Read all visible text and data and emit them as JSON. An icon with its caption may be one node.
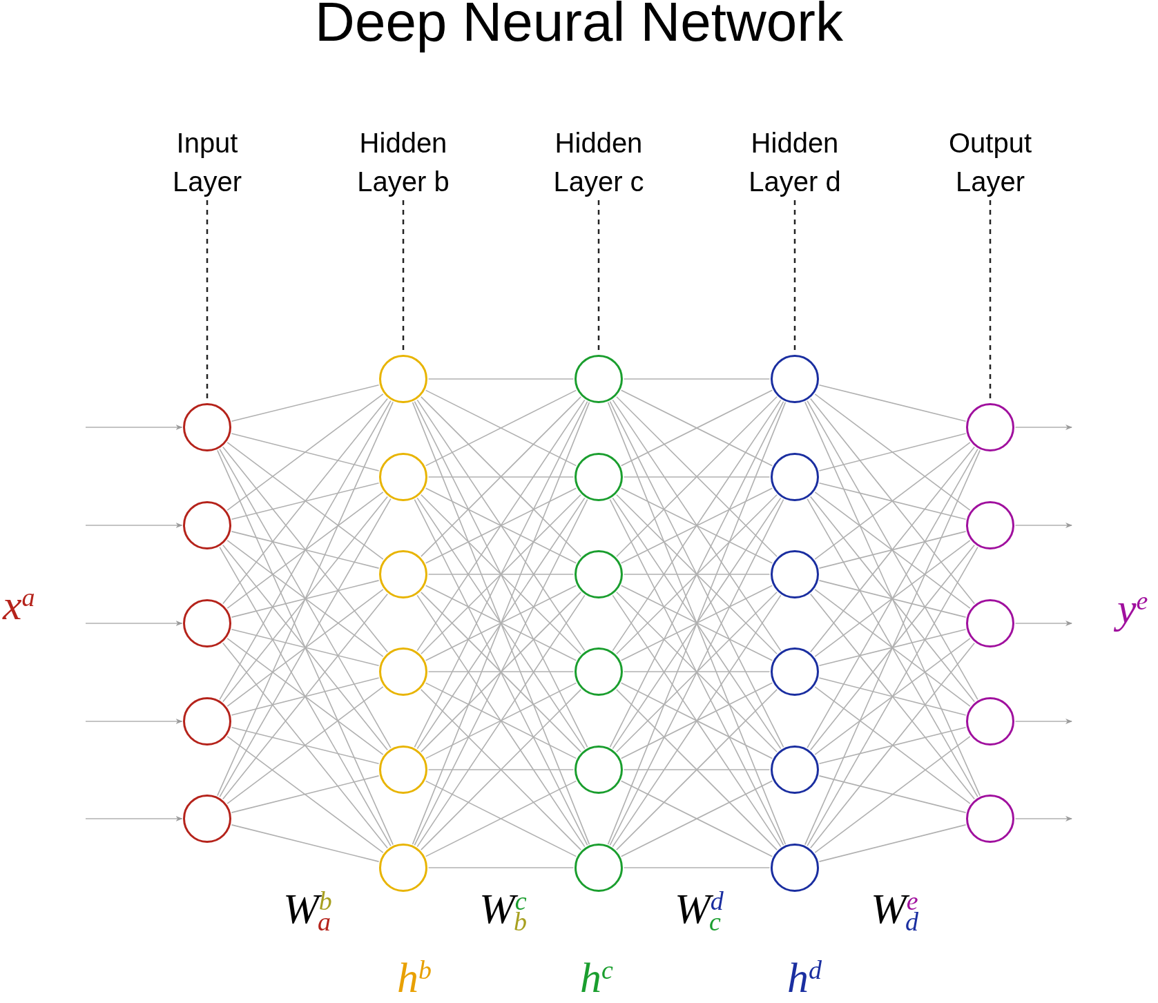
{
  "diagram": {
    "title": "Deep Neural Network",
    "nodes": [
      {
        "text": [
          "Input Layer"
        ]
      },
      {
        "text": [
          "Hidden Layer b"
        ]
      },
      {
        "text": [
          "Hidden Layer c"
        ]
      },
      {
        "text": [
          "Hidden Layer d"
        ]
      },
      {
        "text": [
          "Output Layer"
        ]
      },
      {
        "text": [],
        "shape": "circle"
      },
      {
        "text": [],
        "shape": "circle"
      },
      {
        "text": [],
        "shape": "circle"
      },
      {
        "text": [],
        "shape": "circle"
      },
      {
        "text": [],
        "shape": "circle"
      },
      {
        "text": [],
        "shape": "circle"
      },
      {
        "text": [],
        "shape": "circle"
      },
      {
        "text": [],
        "shape": "circle"
      },
      {
        "text": [],
        "shape": "circle"
      },
      {
        "text": [],
        "shape": "circle"
      },
      {
        "text": [],
        "shape": "circle"
      },
      {
        "text": [],
        "shape": "circle"
      },
      {
        "text": [],
        "shape": "circle"
      },
      {
        "text": [],
        "shape": "circle"
      },
      {
        "text": [],
        "shape": "circle"
      },
      {
        "text": [],
        "shape": "circle"
      },
      {
        "text": [],
        "shape": "circle"
      },
      {
        "text": [],
        "shape": "circle"
      },
      {
        "text": [],
        "shape": "circle"
      },
      {
        "text": [],
        "shape": "circle"
      },
      {
        "text": [],
        "shape": "circle"
      },
      {
        "text": [],
        "shape": "circle"
      },
      {
        "text": [],
        "shape": "circle"
      },
      {
        "text": [],
        "shape": "circle"
      },
      {
        "text": [],
        "shape": "circle"
      },
      {
        "text": [],
        "shape": "circle"
      },
      {
        "text": [],
        "shape": "circle"
      },
      {
        "text": [],
        "shape": "circle"
      }
    ],
    "edges": [
      {
        "from": 0,
        "to": 5,
        "arrow": "none",
        "style": "dashed",
        "color": "#222222"
      },
      {
        "from": 1,
        "to": 10,
        "arrow": "none",
        "style": "dashed",
        "color": "#222222"
      },
      {
        "from": 2,
        "to": 16,
        "arrow": "none",
        "style": "dashed",
        "color": "#222222"
      },
      {
        "from": 3,
        "to": 22,
        "arrow": "none",
        "style": "dashed",
        "color": "#222222"
      },
      {
        "from": 4,
        "to": 28,
        "arrow": "none",
        "style": "dashed",
        "color": "#222222"
      },
      {
        "from": null,
        "to": 5,
        "arrow": "to"
      },
      {
        "from": null,
        "to": 6,
        "arrow": "to"
      },
      {
        "from": null,
        "to": 7,
        "arrow": "to"
      },
      {
        "from": null,
        "to": 8,
        "arrow": "to"
      },
      {
        "from": null,
        "to": 9,
        "arrow": "to"
      },
      {
        "from": 5,
        "to": 10,
        "arrow": "none"
      },
      {
        "from": 5,
        "to": 11,
        "arrow": "none"
      },
      {
        "from": 5,
        "to": 12,
        "arrow": "none"
      },
      {
        "from": 5,
        "to": 13,
        "arrow": "none"
      },
      {
        "from": 5,
        "to": 14,
        "arrow": "none"
      },
      {
        "from": 5,
        "to": 15,
        "arrow": "none"
      },
      {
        "from": 6,
        "to": 10,
        "arrow": "none"
      },
      {
        "from": 6,
        "to": 11,
        "arrow": "none"
      },
      {
        "from": 6,
        "to": 12,
        "arrow": "none"
      },
      {
        "from": 6,
        "to": 13,
        "arrow": "none"
      },
      {
        "from": 6,
        "to": 14,
        "arrow": "none"
      },
      {
        "from": 6,
        "to": 15,
        "arrow": "none"
      },
      {
        "from": 7,
        "to": 10,
        "arrow": "none"
      },
      {
        "from": 7,
        "to": 11,
        "arrow": "none"
      },
      {
        "from": 7,
        "to": 12,
        "arrow": "none"
      },
      {
        "from": 7,
        "to": 13,
        "arrow": "none"
      },
      {
        "from": 7,
        "to": 14,
        "arrow": "none"
      },
      {
        "from": 7,
        "to": 15,
        "arrow": "none"
      },
      {
        "from": 8,
        "to": 10,
        "arrow": "none"
      },
      {
        "from": 8,
        "to": 11,
        "arrow": "none"
      },
      {
        "from": 8,
        "to": 12,
        "arrow": "none"
      },
      {
        "from": 8,
        "to": 13,
        "arrow": "none"
      },
      {
        "from": 8,
        "to": 14,
        "arrow": "none"
      },
      {
        "from": 8,
        "to": 15,
        "arrow": "none"
      },
      {
        "from": 9,
        "to": 10,
        "arrow": "none"
      },
      {
        "from": 9,
        "to": 11,
        "arrow": "none"
      },
      {
        "from": 9,
        "to": 12,
        "arrow": "none"
      },
      {
        "from": 9,
        "to": 13,
        "arrow": "none"
      },
      {
        "from": 9,
        "to": 14,
        "arrow": "none"
      },
      {
        "from": 9,
        "to": 15,
        "arrow": "none"
      },
      {
        "from": 10,
        "to": 16,
        "arrow": "none"
      },
      {
        "from": 10,
        "to": 17,
        "arrow": "none"
      },
      {
        "from": 10,
        "to": 18,
        "arrow": "none"
      },
      {
        "from": 10,
        "to": 19,
        "arrow": "none"
      },
      {
        "from": 10,
        "to": 20,
        "arrow": "none"
      },
      {
        "from": 10,
        "to": 21,
        "arrow": "none"
      },
      {
        "from": 11,
        "to": 16,
        "arrow": "none"
      },
      {
        "from": 11,
        "to": 17,
        "arrow": "none"
      },
      {
        "from": 11,
        "to": 18,
        "arrow": "none"
      },
      {
        "from": 11,
        "to": 19,
        "arrow": "none"
      },
      {
        "from": 11,
        "to": 20,
        "arrow": "none"
      },
      {
        "from": 11,
        "to": 21,
        "arrow": "none"
      },
      {
        "from": 12,
        "to": 16,
        "arrow": "none"
      },
      {
        "from": 12,
        "to": 17,
        "arrow": "none"
      },
      {
        "from": 12,
        "to": 18,
        "arrow": "none"
      },
      {
        "from": 12,
        "to": 19,
        "arrow": "none"
      },
      {
        "from": 12,
        "to": 20,
        "arrow": "none"
      },
      {
        "from": 12,
        "to": 21,
        "arrow": "none"
      },
      {
        "from": 13,
        "to": 16,
        "arrow": "none"
      },
      {
        "from": 13,
        "to": 17,
        "arrow": "none"
      },
      {
        "from": 13,
        "to": 18,
        "arrow": "none"
      },
      {
        "from": 13,
        "to": 19,
        "arrow": "none"
      },
      {
        "from": 13,
        "to": 20,
        "arrow": "none"
      },
      {
        "from": 13,
        "to": 21,
        "arrow": "none"
      },
      {
        "from": 14,
        "to": 16,
        "arrow": "none"
      },
      {
        "from": 14,
        "to": 17,
        "arrow": "none"
      },
      {
        "from": 14,
        "to": 18,
        "arrow": "none"
      },
      {
        "from": 14,
        "to": 19,
        "arrow": "none"
      },
      {
        "from": 14,
        "to": 20,
        "arrow": "none"
      },
      {
        "from": 14,
        "to": 21,
        "arrow": "none"
      },
      {
        "from": 15,
        "to": 16,
        "arrow": "none"
      },
      {
        "from": 15,
        "to": 17,
        "arrow": "none"
      },
      {
        "from": 15,
        "to": 18,
        "arrow": "none"
      },
      {
        "from": 15,
        "to": 19,
        "arrow": "none"
      },
      {
        "from": 15,
        "to": 20,
        "arrow": "none"
      },
      {
        "from": 15,
        "to": 21,
        "arrow": "none"
      },
      {
        "from": 16,
        "to": 22,
        "arrow": "none"
      },
      {
        "from": 16,
        "to": 23,
        "arrow": "none"
      },
      {
        "from": 16,
        "to": 24,
        "arrow": "none"
      },
      {
        "from": 16,
        "to": 25,
        "arrow": "none"
      },
      {
        "from": 16,
        "to": 26,
        "arrow": "none"
      },
      {
        "from": 16,
        "to": 27,
        "arrow": "none"
      },
      {
        "from": 17,
        "to": 22,
        "arrow": "none"
      },
      {
        "from": 17,
        "to": 23,
        "arrow": "none"
      },
      {
        "from": 17,
        "to": 24,
        "arrow": "none"
      },
      {
        "from": 17,
        "to": 25,
        "arrow": "none"
      },
      {
        "from": 17,
        "to": 26,
        "arrow": "none"
      },
      {
        "from": 17,
        "to": 27,
        "arrow": "none"
      },
      {
        "from": 18,
        "to": 22,
        "arrow": "none"
      },
      {
        "from": 18,
        "to": 23,
        "arrow": "none"
      },
      {
        "from": 18,
        "to": 24,
        "arrow": "none"
      },
      {
        "from": 18,
        "to": 25,
        "arrow": "none"
      },
      {
        "from": 18,
        "to": 26,
        "arrow": "none"
      },
      {
        "from": 18,
        "to": 27,
        "arrow": "none"
      },
      {
        "from": 19,
        "to": 22,
        "arrow": "none"
      },
      {
        "from": 19,
        "to": 23,
        "arrow": "none"
      },
      {
        "from": 19,
        "to": 24,
        "arrow": "none"
      },
      {
        "from": 19,
        "to": 25,
        "arrow": "none"
      },
      {
        "from": 19,
        "to": 26,
        "arrow": "none"
      },
      {
        "from": 19,
        "to": 27,
        "arrow": "none"
      },
      {
        "from": 20,
        "to": 22,
        "arrow": "none"
      },
      {
        "from": 20,
        "to": 23,
        "arrow": "none"
      },
      {
        "from": 20,
        "to": 24,
        "arrow": "none"
      },
      {
        "from": 20,
        "to": 25,
        "arrow": "none"
      },
      {
        "from": 20,
        "to": 26,
        "arrow": "none"
      },
      {
        "from": 20,
        "to": 27,
        "arrow": "none"
      },
      {
        "from": 21,
        "to": 22,
        "arrow": "none"
      },
      {
        "from": 21,
        "to": 23,
        "arrow": "none"
      },
      {
        "from": 21,
        "to": 24,
        "arrow": "none"
      },
      {
        "from": 21,
        "to": 25,
        "arrow": "none"
      },
      {
        "from": 21,
        "to": 26,
        "arrow": "none"
      },
      {
        "from": 21,
        "to": 27,
        "arrow": "none"
      },
      {
        "from": 22,
        "to": 28,
        "arrow": "none"
      },
      {
        "from": 22,
        "to": 29,
        "arrow": "none"
      },
      {
        "from": 22,
        "to": 30,
        "arrow": "none"
      },
      {
        "from": 22,
        "to": 31,
        "arrow": "none"
      },
      {
        "from": 22,
        "to": 32,
        "arrow": "none"
      },
      {
        "from": 23,
        "to": 28,
        "arrow": "none"
      },
      {
        "from": 23,
        "to": 29,
        "arrow": "none"
      },
      {
        "from": 23,
        "to": 30,
        "arrow": "none"
      },
      {
        "from": 23,
        "to": 31,
        "arrow": "none"
      },
      {
        "from": 23,
        "to": 32,
        "arrow": "none"
      },
      {
        "from": 24,
        "to": 28,
        "arrow": "none"
      },
      {
        "from": 24,
        "to": 29,
        "arrow": "none"
      },
      {
        "from": 24,
        "to": 30,
        "arrow": "none"
      },
      {
        "from": 24,
        "to": 31,
        "arrow": "none"
      },
      {
        "from": 24,
        "to": 32,
        "arrow": "none"
      },
      {
        "from": 25,
        "to": 28,
        "arrow": "none"
      },
      {
        "from": 25,
        "to": 29,
        "arrow": "none"
      },
      {
        "from": 25,
        "to": 30,
        "arrow": "none"
      },
      {
        "from": 25,
        "to": 31,
        "arrow": "none"
      },
      {
        "from": 25,
        "to": 32,
        "arrow": "none"
      },
      {
        "from": 26,
        "to": 28,
        "arrow": "none"
      },
      {
        "from": 26,
        "to": 29,
        "arrow": "none"
      },
      {
        "from": 26,
        "to": 30,
        "arrow": "none"
      },
      {
        "from": 26,
        "to": 31,
        "arrow": "none"
      },
      {
        "from": 26,
        "to": 32,
        "arrow": "none"
      },
      {
        "from": 27,
        "to": 28,
        "arrow": "none"
      },
      {
        "from": 27,
        "to": 29,
        "arrow": "none"
      },
      {
        "from": 27,
        "to": 30,
        "arrow": "none"
      },
      {
        "from": 27,
        "to": 31,
        "arrow": "none"
      },
      {
        "from": 27,
        "to": 32,
        "arrow": "none"
      },
      {
        "from": 28,
        "to": null,
        "arrow": "to"
      },
      {
        "from": 29,
        "to": null,
        "arrow": "to"
      },
      {
        "from": 30,
        "to": null,
        "arrow": "to"
      },
      {
        "from": 31,
        "to": null,
        "arrow": "to"
      },
      {
        "from": 32,
        "to": null,
        "arrow": "to"
      }
    ],
    "labels": [
      "x$^{a}$",
      "y$^{e}$",
      "W$^{b}$$_{a}$",
      "W$^{c}$$_{b}$",
      "W$^{d}$$_{c}$",
      "W$^{e}$$_{d}$",
      "h$^{b}$",
      "h$^{c}$",
      "h$^{d}$"
    ]
  }
}
